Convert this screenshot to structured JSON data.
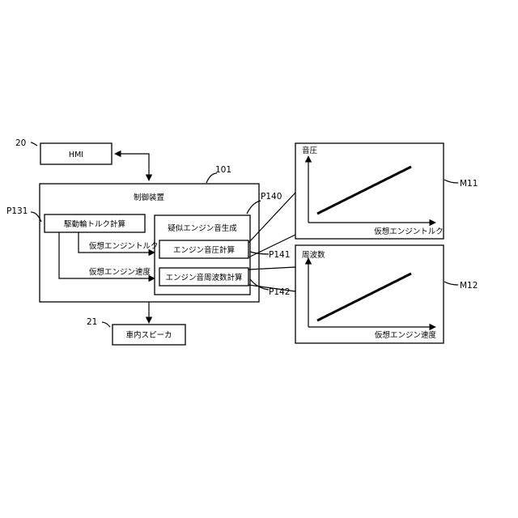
{
  "refs": {
    "hmi": "20",
    "speaker": "21",
    "control_unit": "101",
    "torque_calc": "P131",
    "pseudo_gen": "P140",
    "pressure_calc": "P141",
    "freq_calc": "P142",
    "map_pressure": "M11",
    "map_freq": "M12"
  },
  "blocks": {
    "hmi": "HMI",
    "control_unit": "制御装置",
    "torque_calc": "駆動輪トルク計算",
    "pseudo_gen": "疑似エンジン音生成",
    "pressure_calc": "エンジン音圧計算",
    "freq_calc": "エンジン音周波数計算",
    "speaker": "車内スピーカ"
  },
  "signals": {
    "virtual_torque": "仮想エンジントルク",
    "virtual_speed": "仮想エンジン速度"
  },
  "graphs": {
    "pressure": {
      "ylabel": "音圧",
      "xlabel": "仮想エンジントルク"
    },
    "frequency": {
      "ylabel": "周波数",
      "xlabel": "仮想エンジン速度"
    }
  }
}
